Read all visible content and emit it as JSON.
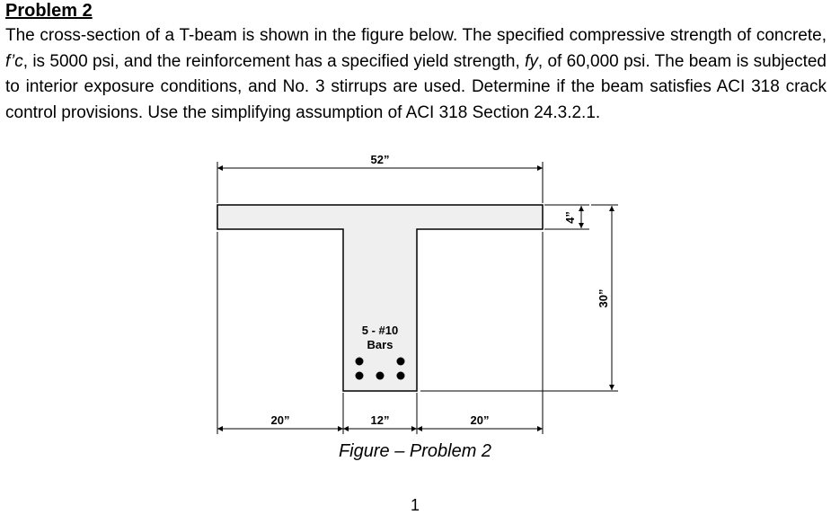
{
  "problem": {
    "heading": "Problem 2",
    "p1": "The cross-section of a T-beam is shown in the figure below. The specified compressive strength of concrete, ",
    "fc_symbol": "f’c",
    "p2": ", is 5000 psi, and the reinforcement has a specified yield strength, ",
    "fy_symbol": "fy",
    "p3": ", of 60,000 psi. The beam is subjected to interior exposure conditions, and No. 3 stirrups are used. Determine if the beam satisfies ACI 318 crack control provisions. Use the simplifying assumption of ACI 318 Section 24.3.2.1."
  },
  "figure": {
    "dim_flange_width": "52”",
    "dim_flange_thickness": "4”",
    "dim_total_depth": "30”",
    "dim_left_overhang": "20”",
    "dim_web_width": "12”",
    "dim_right_overhang": "20”",
    "bars_label_line1": "5 - #10",
    "bars_label_line2": "Bars",
    "caption": "Figure – Problem 2",
    "colors": {
      "concrete_fill": "#efefef",
      "outline": "#000000"
    }
  },
  "page_number": "1"
}
